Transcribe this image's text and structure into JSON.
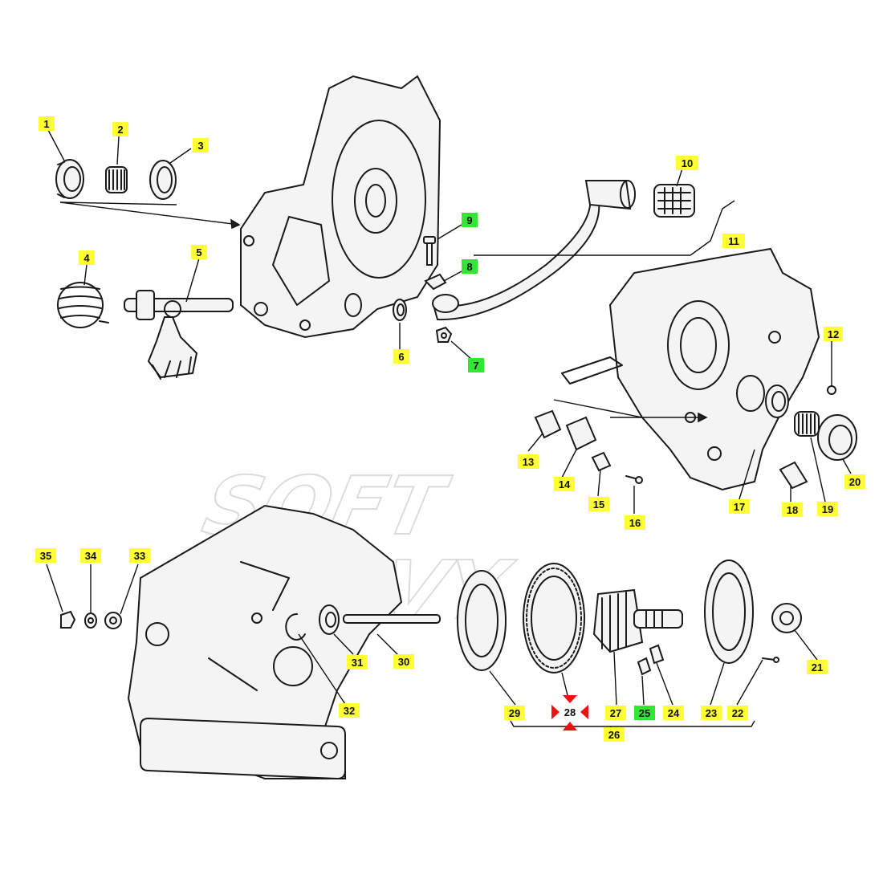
{
  "colors": {
    "label_default": "#ffff33",
    "label_highlight": "#33e633",
    "selection_marker": "#ee1111"
  },
  "watermark": {
    "line1": "SOFT",
    "line2": "NAVY"
  },
  "callouts": [
    {
      "id": "1",
      "text": "1",
      "kind": "default"
    },
    {
      "id": "2",
      "text": "2",
      "kind": "default"
    },
    {
      "id": "3",
      "text": "3",
      "kind": "default"
    },
    {
      "id": "4",
      "text": "4",
      "kind": "default"
    },
    {
      "id": "5",
      "text": "5",
      "kind": "default"
    },
    {
      "id": "6",
      "text": "6",
      "kind": "default"
    },
    {
      "id": "7",
      "text": "7",
      "kind": "highlight"
    },
    {
      "id": "8",
      "text": "8",
      "kind": "highlight"
    },
    {
      "id": "9",
      "text": "9",
      "kind": "highlight"
    },
    {
      "id": "10",
      "text": "10",
      "kind": "default"
    },
    {
      "id": "11",
      "text": "11",
      "kind": "default"
    },
    {
      "id": "12",
      "text": "12",
      "kind": "default"
    },
    {
      "id": "13",
      "text": "13",
      "kind": "default"
    },
    {
      "id": "14",
      "text": "14",
      "kind": "default"
    },
    {
      "id": "15",
      "text": "15",
      "kind": "default"
    },
    {
      "id": "16",
      "text": "16",
      "kind": "default"
    },
    {
      "id": "17",
      "text": "17",
      "kind": "default"
    },
    {
      "id": "18",
      "text": "18",
      "kind": "default"
    },
    {
      "id": "19",
      "text": "19",
      "kind": "default"
    },
    {
      "id": "20",
      "text": "20",
      "kind": "default"
    },
    {
      "id": "21",
      "text": "21",
      "kind": "default"
    },
    {
      "id": "22",
      "text": "22",
      "kind": "default"
    },
    {
      "id": "23",
      "text": "23",
      "kind": "default"
    },
    {
      "id": "24",
      "text": "24",
      "kind": "default"
    },
    {
      "id": "25",
      "text": "25",
      "kind": "highlight"
    },
    {
      "id": "26",
      "text": "26",
      "kind": "default"
    },
    {
      "id": "27",
      "text": "27",
      "kind": "default"
    },
    {
      "id": "28",
      "text": "28",
      "kind": "selected"
    },
    {
      "id": "29",
      "text": "29",
      "kind": "default"
    },
    {
      "id": "30",
      "text": "30",
      "kind": "default"
    },
    {
      "id": "31",
      "text": "31",
      "kind": "default"
    },
    {
      "id": "32",
      "text": "32",
      "kind": "default"
    },
    {
      "id": "33",
      "text": "33",
      "kind": "default"
    },
    {
      "id": "34",
      "text": "34",
      "kind": "default"
    },
    {
      "id": "35",
      "text": "35",
      "kind": "default"
    }
  ]
}
